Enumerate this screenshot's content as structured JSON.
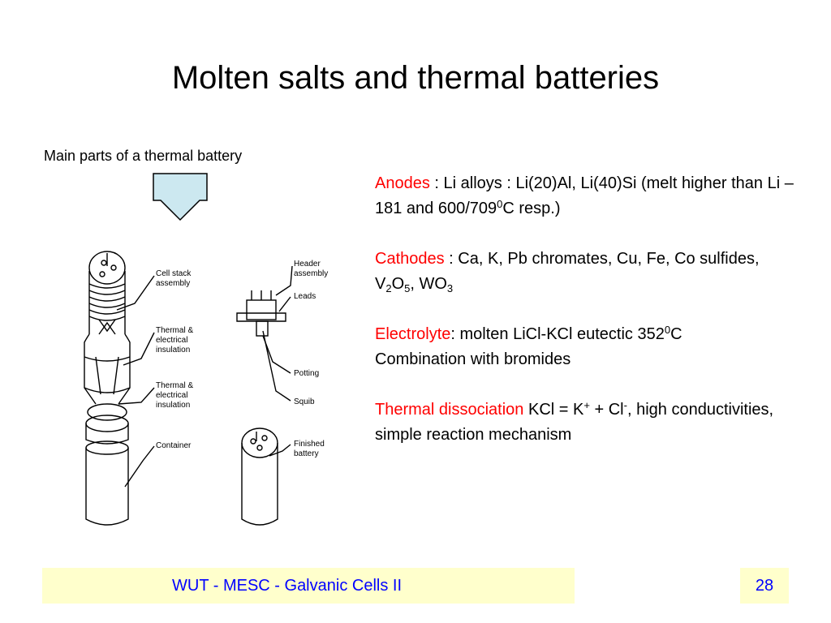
{
  "title": "Molten salts and thermal batteries",
  "caption": "Main parts of a thermal battery",
  "figure": {
    "labels": {
      "cell_stack": [
        "Cell stack",
        "assembly"
      ],
      "thermal_1": [
        "Thermal &",
        "electrical",
        "insulation"
      ],
      "thermal_2": [
        "Thermal &",
        "electrical",
        "insulation"
      ],
      "container": "Container",
      "header": [
        "Header",
        "assembly"
      ],
      "leads": "Leads",
      "potting": "Potting",
      "squib": "Squib",
      "finished": [
        "Finished",
        "battery"
      ]
    },
    "arrow_color": "#cce8f0"
  },
  "content": {
    "anodes": {
      "term": "Anodes",
      "text1": " : Li alloys : Li(20)Al, Li(40)Si (melt higher than Li – 181 and 600/709",
      "sup": "0",
      "text2": "C resp.)"
    },
    "cathodes": {
      "term": "Cathodes",
      "text1": " : Ca, K, Pb chromates, Cu, Fe, Co sulfides, V",
      "sub1": "2",
      "text2": "O",
      "sub2": "5",
      "text3": ", WO",
      "sub3": "3"
    },
    "electrolyte": {
      "term": "Electrolyte",
      "text1": ": molten LiCl-KCl eutectic 352",
      "sup": "0",
      "text2": "C",
      "line2": "Combination with bromides"
    },
    "thermal": {
      "term": "Thermal dissociation",
      "text1": " KCl = K",
      "sup1": "+",
      "text2": " + Cl",
      "sup2": "-",
      "text3": ", high conductivities, simple reaction mechanism"
    }
  },
  "footer": {
    "left": "WUT - MESC - Galvanic Cells II",
    "page": "28"
  },
  "colors": {
    "accent": "#ff0000",
    "footer_bg": "#ffffcc",
    "footer_text": "#0000ff"
  }
}
